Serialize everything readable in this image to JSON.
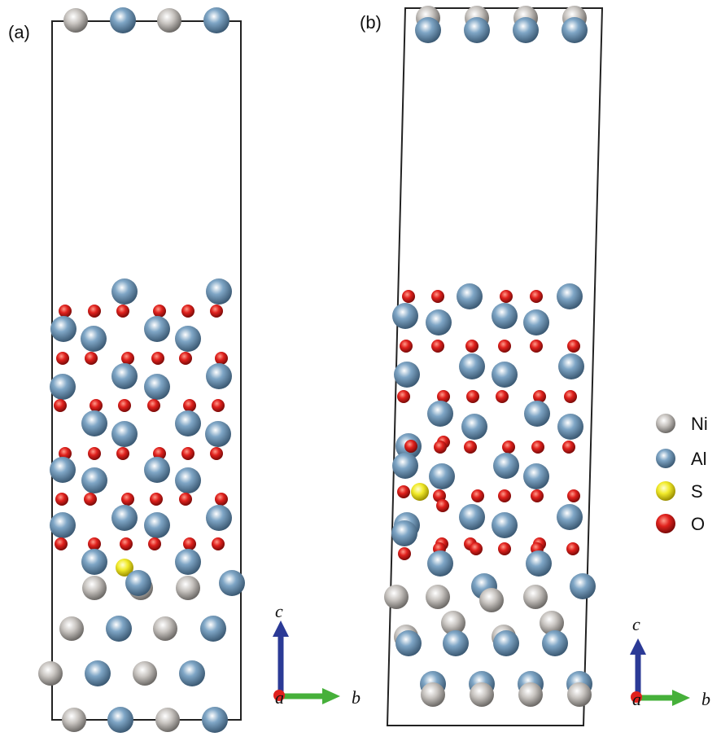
{
  "panels": [
    {
      "label": "(a)"
    },
    {
      "label": "(b)"
    }
  ],
  "axes": {
    "a": "a",
    "b": "b",
    "c": "c"
  },
  "legend": [
    {
      "element": "Ni",
      "label": "Ni"
    },
    {
      "element": "Al",
      "label": "Al"
    },
    {
      "element": "S",
      "label": "S"
    },
    {
      "element": "O",
      "label": "O"
    }
  ],
  "colors": {
    "Ni": "#c8c4c0",
    "Al": "#7fa6c6",
    "S": "#f1ea2a",
    "O": "#e0211d",
    "c_axis": "#2b3a96",
    "b_axis": "#46b03a"
  }
}
